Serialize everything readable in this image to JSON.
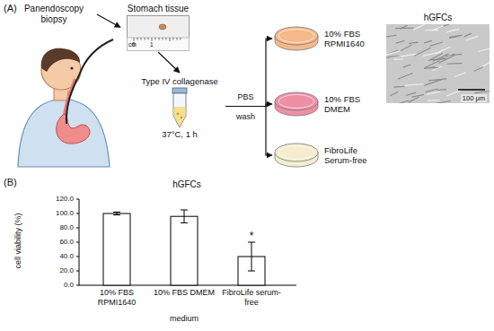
{
  "diagram": {
    "nodes": [
      {
        "text": [
          "Panendoscopy biopsy"
        ]
      },
      {
        "text": [
          "Stomach tissue"
        ]
      },
      {
        "text": [
          "Type IV collagenase",
          "37°C, 1 h"
        ]
      },
      {
        "text": [
          "10% FBS RPMI1640"
        ]
      },
      {
        "text": [
          "10% FBS DMEM"
        ]
      },
      {
        "text": [
          "FibroLife Serum-free"
        ]
      },
      {
        "text": [
          "hGFCs",
          "100 μm"
        ]
      }
    ],
    "edges": [
      {
        "from": 0,
        "to": 1,
        "arrow": "to"
      },
      {
        "from": 1,
        "to": 2,
        "arrow": "to"
      },
      {
        "from": 2,
        "to": 3,
        "arrow": "to"
      },
      {
        "from": 2,
        "to": 4,
        "label": "PBS wash",
        "arrow": "to"
      },
      {
        "from": 2,
        "to": 5,
        "arrow": "to"
      }
    ],
    "labels": [
      "(A)",
      "(B)",
      "cm",
      "0",
      "1",
      "hGFCs",
      "0.0",
      "20.0",
      "40.0",
      "60.0",
      "80.0",
      "100.0",
      "120.0",
      "cell viability (%)",
      "10% FBS RPMI1640",
      "10% FBS DMEM",
      "FibroLife serum-free",
      "medium",
      "*"
    ]
  }
}
